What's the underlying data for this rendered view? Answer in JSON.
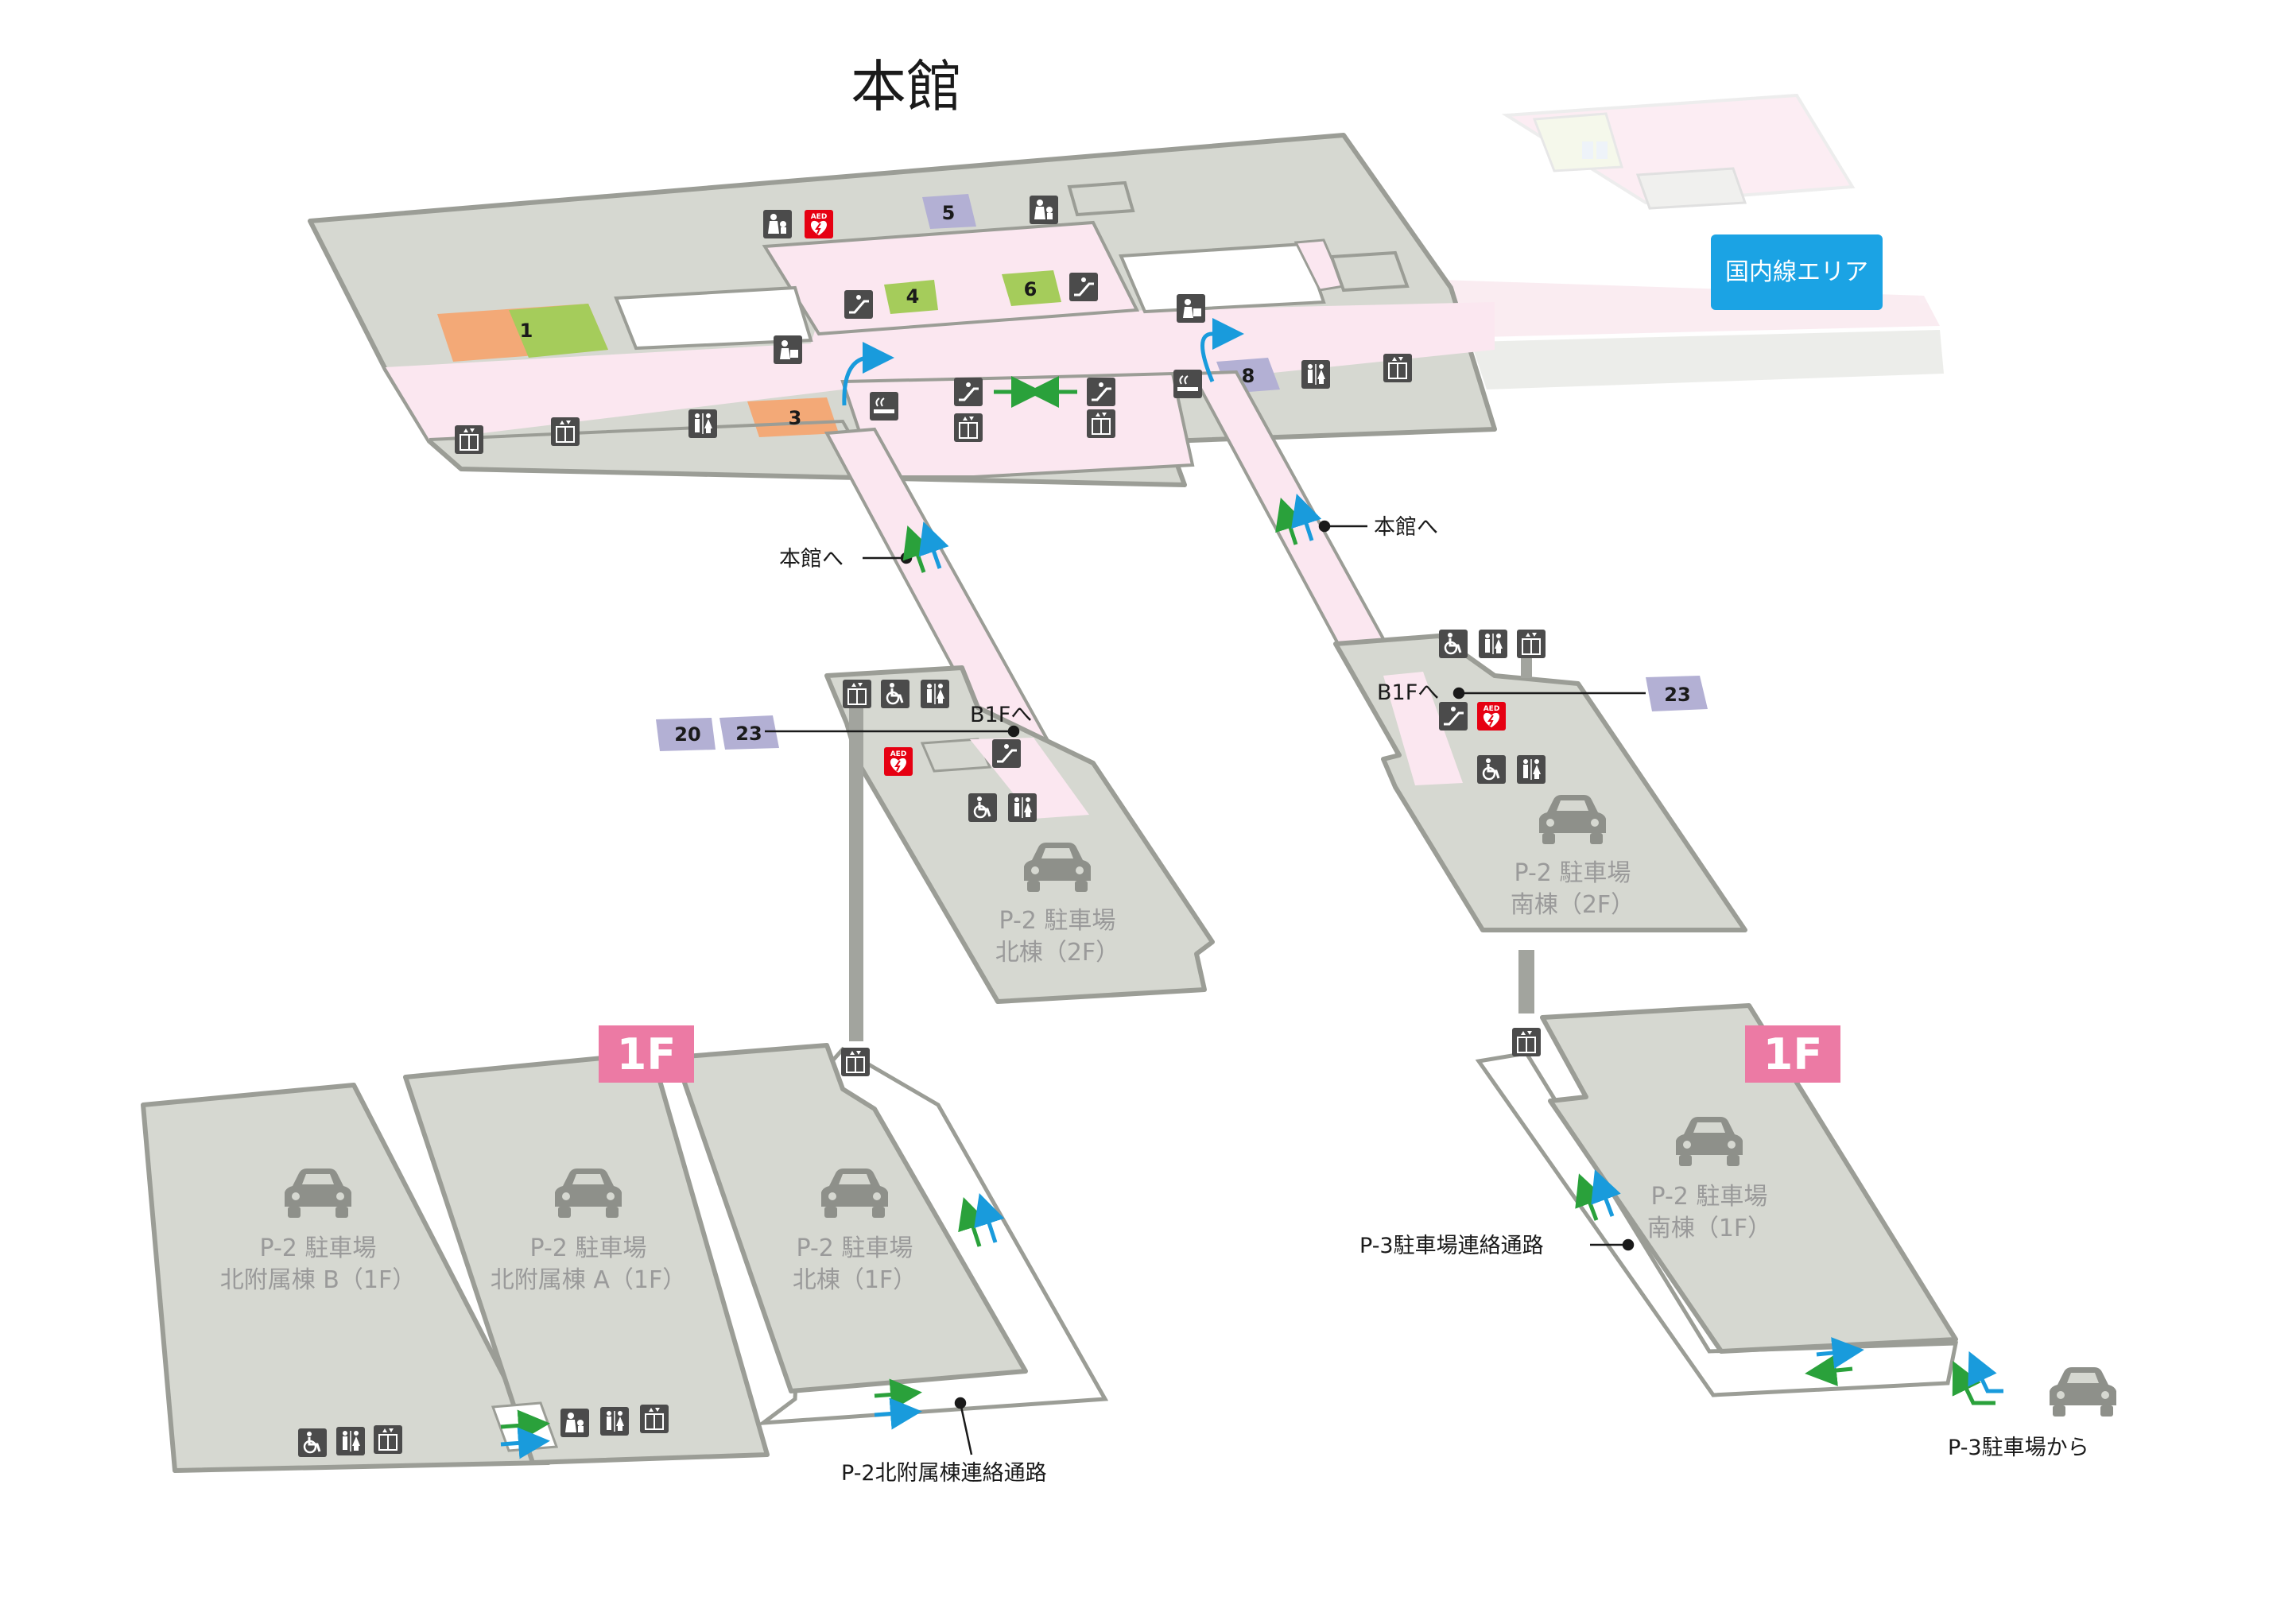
{
  "title": "本館",
  "domestic_area": "国内線エリア",
  "floor_badges": [
    "1F",
    "1F"
  ],
  "gates": {
    "g1": "1",
    "g3": "3",
    "g4": "4",
    "g5": "5",
    "g6": "6",
    "g8": "8",
    "g20": "20",
    "g23a": "23",
    "g23b": "23"
  },
  "labels": {
    "to_main_left": "本館へ",
    "to_main_right": "本館へ",
    "to_b1f_left": "B1Fへ",
    "to_b1f_right": "B1Fへ",
    "p3_connect": "P-3駐車場連絡通路",
    "p2_north_connect": "P-2北附属棟連絡通路",
    "from_p3": "P-3駐車場から"
  },
  "parking": {
    "north_2f": [
      "P-2 駐車場",
      "北棟（2F）"
    ],
    "south_2f": [
      "P-2 駐車場",
      "南棟（2F）"
    ],
    "annex_b_1f": [
      "P-2 駐車場",
      "北附属棟 B（1F）"
    ],
    "annex_a_1f": [
      "P-2 駐車場",
      "北附属棟 A（1F）"
    ],
    "north_1f": [
      "P-2 駐車場",
      "北棟（1F）"
    ],
    "south_1f": [
      "P-2 駐車場",
      "南棟（1F）"
    ]
  },
  "colors": {
    "floor": "#d6d8d1",
    "wall": "#9b9d96",
    "corridor": "#fbe7f0",
    "gate_orange": "#f3a977",
    "gate_green": "#a5cc5b",
    "gate_purple": "#b3b0d4",
    "badge_pink": "#ec7aa4",
    "domestic_blue": "#1ba3e4",
    "arrow_green": "#2aa13b",
    "arrow_blue": "#199bdc",
    "icon_dark": "#4b4b4b",
    "aed_red": "#e60012"
  },
  "icons": [
    "elevator-icon",
    "escalator-icon",
    "toilet-icon",
    "wheelchair-icon",
    "aed-icon",
    "nursing-room-icon",
    "car-icon",
    "information-icon",
    "smoking-icon"
  ]
}
